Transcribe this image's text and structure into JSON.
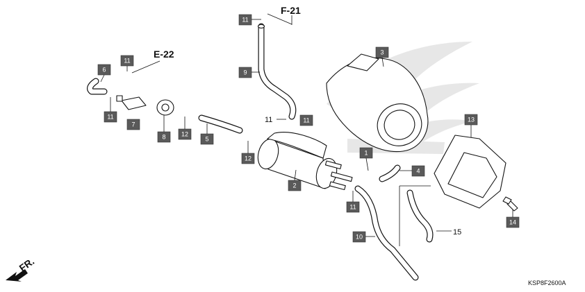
{
  "references": {
    "f21": "F-21",
    "e22": "E-22"
  },
  "direction": "FR.",
  "drawing_code": "KSP8F2600A",
  "callout_labels": {
    "c1": "1",
    "c2": "2",
    "c3": "3",
    "c4": "4",
    "c5": "5",
    "c6": "6",
    "c7": "7",
    "c8": "8",
    "c9": "9",
    "c10": "10",
    "c11a": "11",
    "c11b": "11",
    "c11c": "11",
    "c11d": "11",
    "c11e": "11",
    "c12a": "12",
    "c12b": "12",
    "c13": "13",
    "c14": "14"
  },
  "plain_labels": {
    "p11": "11",
    "p15": "15"
  }
}
